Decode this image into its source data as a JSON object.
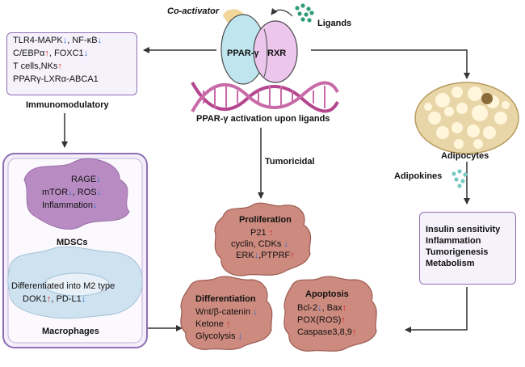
{
  "coactivator": "Co-activator",
  "ligands": "Ligands",
  "receptor": {
    "ppar": "PPAR-γ",
    "rxr": "RXR"
  },
  "activation_caption": "PPAR-γ activation upon ligands",
  "immuno_box": {
    "line1_a": "TLR4-MAPK",
    "line1_a_arrow": "↓",
    "line1_b": ",  NF-κB",
    "line1_b_arrow": "↓",
    "line2_a": "C/EBPα",
    "line2_a_arrow": "↑",
    "line2_b": ",  FOXC1",
    "line2_b_arrow": "↓",
    "line3_a": "T cells,NKs",
    "line3_a_arrow": "↑",
    "line4": "PPARγ-LXRα-ABCA1"
  },
  "immunomodulatory": "Immunomodulatory",
  "mdsc": {
    "rage": "RAGE",
    "rage_arrow": "↓",
    "mtor": "mTOR",
    "mtor_arrow": "↓",
    "ros": ",  ROS",
    "ros_arrow": "↓",
    "inflammation": "Inflammation",
    "inflammation_arrow": "↓",
    "label": "MDSCs"
  },
  "macrophage": {
    "line1": "Differentiated into M2 type",
    "dok1": "DOK1",
    "dok1_arrow": "↑",
    "pdl1": ",  PD-L1",
    "pdl1_arrow": "↓",
    "label": "Macrophages"
  },
  "tumoricidal": "Tumoricidal",
  "proliferation": {
    "title": "Proliferation",
    "p21": "P21",
    "p21_arrow": "↑",
    "cyclin": "cyclin, CDKs",
    "cyclin_arrow": "↓",
    "erk": "ERK",
    "erk_arrow": "↓",
    "ptprf": ",PTPRF",
    "ptprf_arrow": "↑"
  },
  "differentiation": {
    "title": "Differentiation",
    "wnt": "Wnt/β-catenin",
    "wnt_arrow": "↓",
    "ketone": "Ketone",
    "ketone_arrow": "↑",
    "glycolysis": "Glycolysis",
    "glycolysis_arrow": "↓"
  },
  "apoptosis": {
    "title": "Apoptosis",
    "bcl2": "Bcl-2",
    "bcl2_arrow": "↓",
    "bax": ",  Bax",
    "bax_arrow": "↑",
    "pox": "POX(ROS)",
    "pox_arrow": "↑",
    "caspase": "Caspase3,8,9",
    "caspase_arrow": "↑"
  },
  "adipocytes": "Adipocytes",
  "adipokines": "Adipokines",
  "adipo_box": [
    "Insulin sensitivity",
    "Inflammation",
    "Tumorigenesis",
    "Metabolism"
  ],
  "colors": {
    "box_border": "#8e6fb5",
    "box_fill": "#f6f2fb",
    "tumor": "#cd8a7e",
    "up": "#d62a2a",
    "down": "#2c6fd1",
    "ppar": "#bfe6ef",
    "rxr": "#ecc6ec"
  }
}
